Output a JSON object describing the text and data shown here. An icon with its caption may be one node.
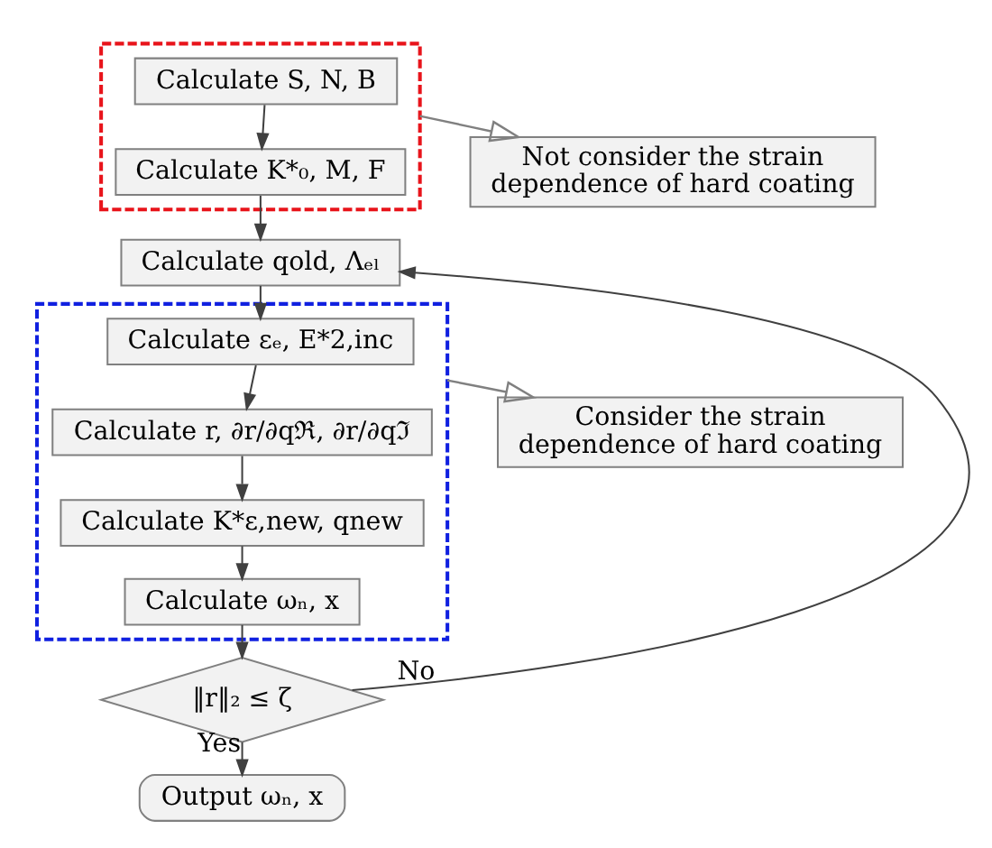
{
  "diagram": {
    "nodes": [
      {
        "text": [],
        "shape": "box"
      },
      {
        "text": [
          "Calculate S, N, B"
        ],
        "in": 0
      },
      {
        "text": [
          "Calculate K*₀, M, F"
        ],
        "in": 0
      },
      {
        "text": [],
        "shape": "box"
      },
      {
        "text": [
          "Calculate qold, Λₑₗ"
        ]
      },
      {
        "text": [
          "Calculate εₑ, E*2,inc"
        ],
        "in": 3
      },
      {
        "text": [
          "Calculate r, ∂r/∂qℜ, ∂r/∂qℑ"
        ],
        "in": 3
      },
      {
        "text": [
          "Calculate K*ε,new, qnew"
        ],
        "in": 3
      },
      {
        "text": [
          "Calculate ωₙ, x"
        ],
        "in": 3
      },
      {
        "text": [
          "‖r‖₂ ≤ ζ"
        ]
      },
      {
        "text": [
          "Output ωₙ, x"
        ]
      },
      {
        "text": [
          "Not consider the strain dependence of hard coating"
        ]
      },
      {
        "text": [
          "Consider the strain dependence of hard coating"
        ]
      }
    ],
    "edges": [
      {
        "from": 1,
        "to": 2,
        "arrow": "to"
      },
      {
        "from": 2,
        "to": 4,
        "arrow": "to"
      },
      {
        "from": 4,
        "to": 5,
        "arrow": "to"
      },
      {
        "from": 5,
        "to": 6,
        "arrow": "to"
      },
      {
        "from": 6,
        "to": 7,
        "arrow": "to"
      },
      {
        "from": 7,
        "to": 8,
        "arrow": "to"
      },
      {
        "from": 8,
        "to": 9,
        "arrow": "to"
      },
      {
        "from": 9,
        "to": 4,
        "arrow": "to",
        "label": "No"
      },
      {
        "from": 9,
        "to": 10,
        "arrow": "to",
        "label": "Yes"
      },
      {
        "from": 0,
        "to": 11,
        "arrow": "to"
      },
      {
        "from": 3,
        "to": 12,
        "arrow": "to"
      }
    ]
  }
}
